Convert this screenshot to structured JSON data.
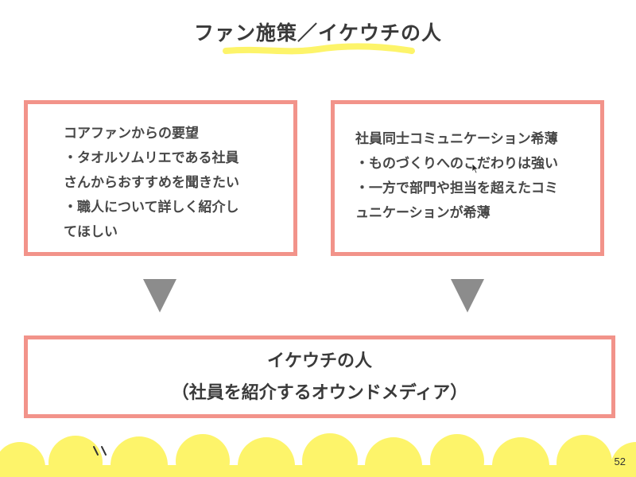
{
  "slide": {
    "title": "ファン施策／イケウチの人",
    "page_number": "52",
    "accent_color": "#f2938a",
    "highlight_color": "#fdf46a"
  },
  "left_box": {
    "lines": [
      "コアファンからの要望",
      "・タオルソムリエである社員",
      "さんからおすすめを聞きたい",
      "・職人について詳しく紹介し",
      "てほしい"
    ]
  },
  "right_box": {
    "lines": [
      "社員同士コミュニケーション希薄",
      "・ものづくりへのこだわりは強い",
      "・一方で部門や担当を超えたコミ",
      "ュニケーションが希薄"
    ]
  },
  "bottom_box": {
    "line1": "イケウチの人",
    "line2": "（社員を紹介するオウンドメディア）"
  },
  "icons": {
    "arrow": "down-triangle-icon",
    "cursor": "mouse-pointer-icon"
  }
}
